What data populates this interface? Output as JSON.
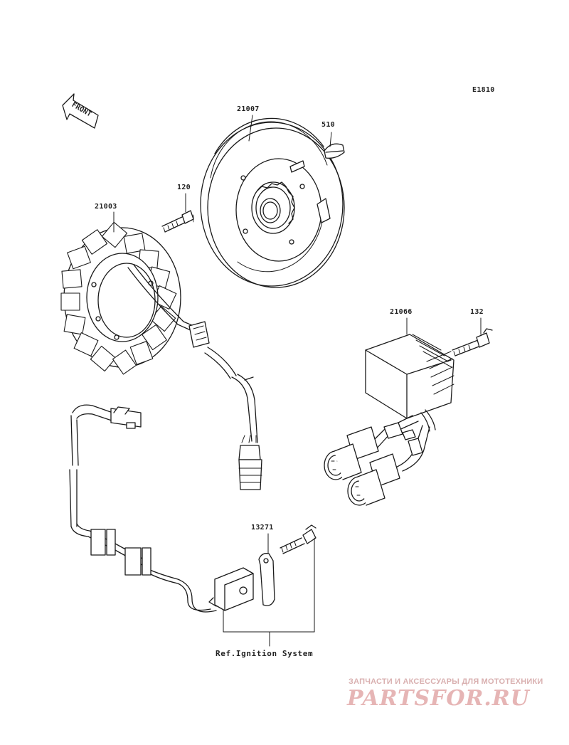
{
  "diagram": {
    "code": "E1810",
    "front_label": "FRONT",
    "parts": [
      {
        "number": "21007",
        "name": "flywheel"
      },
      {
        "number": "510",
        "name": "woodruff-key"
      },
      {
        "number": "120",
        "name": "stator-bolt"
      },
      {
        "number": "21003",
        "name": "stator"
      },
      {
        "number": "21066",
        "name": "regulator"
      },
      {
        "number": "132",
        "name": "regulator-bolt"
      },
      {
        "number": "13271",
        "name": "plate"
      }
    ],
    "reference_note": "Ref.Ignition System"
  },
  "watermark": {
    "tagline": "ЗАПЧАСТИ И АКСЕССУАРЫ ДЛЯ МОТОТЕХНИКИ",
    "logo": "PARTSFOR.RU"
  }
}
